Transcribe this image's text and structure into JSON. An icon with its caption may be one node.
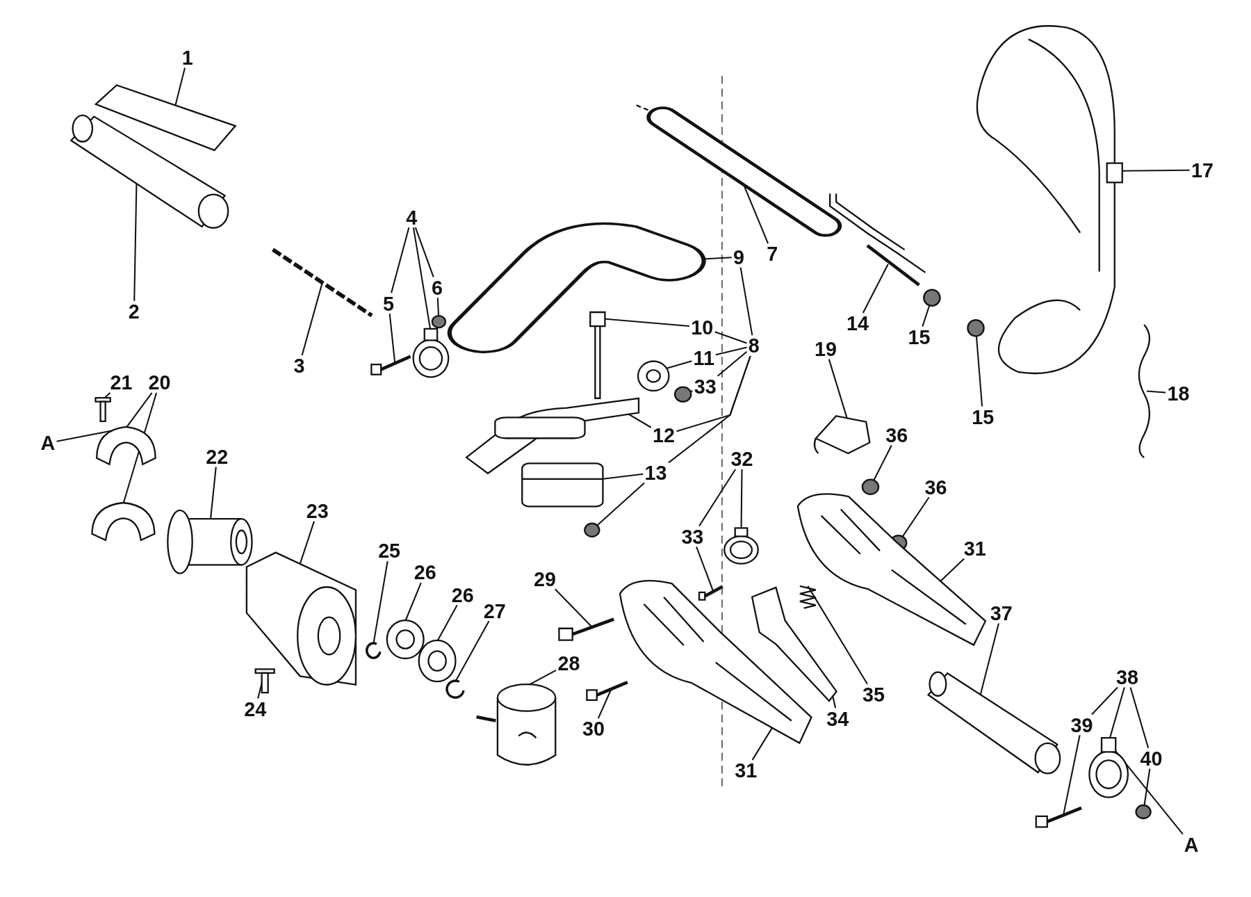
{
  "diagram": {
    "nodes": [
      {
        "text": [
          "1"
        ]
      },
      {
        "text": [],
        "shape": "picture"
      },
      {
        "text": [
          "2"
        ]
      },
      {
        "text": [],
        "shape": "picture"
      },
      {
        "text": [
          "3"
        ]
      },
      {
        "text": [],
        "shape": "picture"
      },
      {
        "text": [
          "4"
        ]
      },
      {
        "text": [],
        "shape": "picture"
      },
      {
        "text": [
          "5"
        ]
      },
      {
        "text": [],
        "shape": "picture"
      },
      {
        "text": [
          "6"
        ]
      },
      {
        "text": [],
        "shape": "circle"
      },
      {
        "text": [
          "7"
        ]
      },
      {
        "text": [],
        "shape": "picture"
      },
      {
        "text": [
          "9"
        ]
      },
      {
        "text": [],
        "shape": "picture"
      },
      {
        "text": [
          "8"
        ]
      },
      {
        "text": [
          "10"
        ]
      },
      {
        "text": [],
        "shape": "picture"
      },
      {
        "text": [
          "11"
        ]
      },
      {
        "text": [],
        "shape": "picture"
      },
      {
        "text": [
          "33"
        ]
      },
      {
        "text": [],
        "shape": "circle"
      },
      {
        "text": [
          "12"
        ]
      },
      {
        "text": [],
        "shape": "picture"
      },
      {
        "text": [
          "13"
        ]
      },
      {
        "text": [],
        "shape": "picture"
      },
      {
        "text": [],
        "shape": "circle"
      },
      {
        "text": [
          "14"
        ]
      },
      {
        "text": [],
        "shape": "picture"
      },
      {
        "text": [
          "15"
        ]
      },
      {
        "text": [],
        "shape": "circle"
      },
      {
        "text": [
          "15"
        ]
      },
      {
        "text": [],
        "shape": "circle"
      },
      {
        "text": [
          "17"
        ]
      },
      {
        "text": [],
        "shape": "picture"
      },
      {
        "text": [
          "18"
        ]
      },
      {
        "text": [],
        "shape": "picture"
      },
      {
        "text": [
          "A"
        ]
      },
      {
        "text": [
          "21"
        ]
      },
      {
        "text": [],
        "shape": "picture"
      },
      {
        "text": [
          "20"
        ]
      },
      {
        "text": [],
        "shape": "picture"
      },
      {
        "text": [],
        "shape": "picture"
      },
      {
        "text": [
          "19"
        ]
      },
      {
        "text": [],
        "shape": "picture"
      },
      {
        "text": [
          "36"
        ]
      },
      {
        "text": [],
        "shape": "circle"
      },
      {
        "text": [
          "36"
        ]
      },
      {
        "text": [],
        "shape": "circle"
      },
      {
        "text": [
          "32"
        ]
      },
      {
        "text": [],
        "shape": "picture"
      },
      {
        "text": [
          "33"
        ]
      },
      {
        "text": [],
        "shape": "picture"
      },
      {
        "text": [
          "31"
        ]
      },
      {
        "text": [],
        "shape": "picture"
      },
      {
        "text": [
          "22"
        ]
      },
      {
        "text": [],
        "shape": "cylinder"
      },
      {
        "text": [
          "23"
        ]
      },
      {
        "text": [],
        "shape": "picture"
      },
      {
        "text": [
          "25"
        ]
      },
      {
        "text": [],
        "shape": "picture"
      },
      {
        "text": [
          "26"
        ]
      },
      {
        "text": [],
        "shape": "picture"
      },
      {
        "text": [
          "26"
        ]
      },
      {
        "text": [],
        "shape": "picture"
      },
      {
        "text": [
          "27"
        ]
      },
      {
        "text": [],
        "shape": "picture"
      },
      {
        "text": [
          "29"
        ]
      },
      {
        "text": [],
        "shape": "picture"
      },
      {
        "text": [
          "35"
        ]
      },
      {
        "text": [],
        "shape": "picture"
      },
      {
        "text": [
          "37"
        ]
      },
      {
        "text": [],
        "shape": "picture"
      },
      {
        "text": [
          "24"
        ]
      },
      {
        "text": [],
        "shape": "picture"
      },
      {
        "text": [
          "28"
        ]
      },
      {
        "text": [],
        "shape": "cylinder"
      },
      {
        "text": [
          "30"
        ]
      },
      {
        "text": [],
        "shape": "picture"
      },
      {
        "text": [
          "34"
        ]
      },
      {
        "text": [],
        "shape": "picture"
      },
      {
        "text": [
          "38"
        ]
      },
      {
        "text": [],
        "shape": "picture"
      },
      {
        "text": [
          "39"
        ]
      },
      {
        "text": [],
        "shape": "picture"
      },
      {
        "text": [
          "40"
        ]
      },
      {
        "text": [],
        "shape": "circle"
      },
      {
        "text": [
          "31"
        ]
      },
      {
        "text": [],
        "shape": "picture"
      },
      {
        "text": [
          "A"
        ]
      }
    ],
    "edges": [
      {
        "from": 0,
        "to": 1,
        "arrow": "none"
      },
      {
        "from": 2,
        "to": 3,
        "arrow": "none"
      },
      {
        "from": 4,
        "to": 5,
        "arrow": "none"
      },
      {
        "from": 6,
        "to": 7,
        "arrow": "none"
      },
      {
        "from": 6,
        "to": 8,
        "arrow": "none"
      },
      {
        "from": 6,
        "to": 10,
        "arrow": "none"
      },
      {
        "from": 8,
        "to": 9,
        "arrow": "none"
      },
      {
        "from": 10,
        "to": 11,
        "arrow": "none"
      },
      {
        "from": 12,
        "to": 13,
        "arrow": "none"
      },
      {
        "from": 14,
        "to": 15,
        "arrow": "none"
      },
      {
        "from": 16,
        "to": 14,
        "arrow": "none"
      },
      {
        "from": 16,
        "to": 17,
        "arrow": "none"
      },
      {
        "from": 16,
        "to": 19,
        "arrow": "none"
      },
      {
        "from": 16,
        "to": 21,
        "arrow": "none"
      },
      {
        "from": 16,
        "to": 23,
        "arrow": "none"
      },
      {
        "from": 16,
        "to": 25,
        "arrow": "none"
      },
      {
        "from": 17,
        "to": 18,
        "arrow": "none"
      },
      {
        "from": 19,
        "to": 20,
        "arrow": "none"
      },
      {
        "from": 21,
        "to": 22,
        "arrow": "none"
      },
      {
        "from": 23,
        "to": 24,
        "arrow": "none"
      },
      {
        "from": 25,
        "to": 26,
        "arrow": "none"
      },
      {
        "from": 25,
        "to": 27,
        "arrow": "none"
      },
      {
        "from": 28,
        "to": 29,
        "arrow": "none"
      },
      {
        "from": 30,
        "to": 31,
        "arrow": "none"
      },
      {
        "from": 32,
        "to": 33,
        "arrow": "none"
      },
      {
        "from": 34,
        "to": 35,
        "arrow": "none"
      },
      {
        "from": 36,
        "to": 37,
        "arrow": "none"
      },
      {
        "from": 38,
        "to": 42,
        "arrow": "none"
      },
      {
        "from": 39,
        "to": 40,
        "arrow": "none"
      },
      {
        "from": 41,
        "to": 42,
        "arrow": "none"
      },
      {
        "from": 41,
        "to": 43,
        "arrow": "none"
      },
      {
        "from": 44,
        "to": 45,
        "arrow": "none"
      },
      {
        "from": 46,
        "to": 47,
        "arrow": "none"
      },
      {
        "from": 48,
        "to": 49,
        "arrow": "none"
      },
      {
        "from": 50,
        "to": 51,
        "arrow": "none"
      },
      {
        "from": 50,
        "to": 52,
        "arrow": "none"
      },
      {
        "from": 52,
        "to": 53,
        "arrow": "none"
      },
      {
        "from": 54,
        "to": 55,
        "arrow": "none"
      },
      {
        "from": 56,
        "to": 57,
        "arrow": "none"
      },
      {
        "from": 58,
        "to": 59,
        "arrow": "none"
      },
      {
        "from": 60,
        "to": 61,
        "arrow": "none"
      },
      {
        "from": 62,
        "to": 63,
        "arrow": "none"
      },
      {
        "from": 64,
        "to": 65,
        "arrow": "none"
      },
      {
        "from": 66,
        "to": 67,
        "arrow": "none"
      },
      {
        "from": 68,
        "to": 69,
        "arrow": "none"
      },
      {
        "from": 70,
        "to": 71,
        "arrow": "none"
      },
      {
        "from": 72,
        "to": 73,
        "arrow": "none"
      },
      {
        "from": 74,
        "to": 75,
        "arrow": "none"
      },
      {
        "from": 76,
        "to": 77,
        "arrow": "none"
      },
      {
        "from": 78,
        "to": 79,
        "arrow": "none"
      },
      {
        "from": 80,
        "to": 81,
        "arrow": "none"
      },
      {
        "from": 82,
        "to": 83,
        "arrow": "none"
      },
      {
        "from": 82,
        "to": 84,
        "arrow": "none"
      },
      {
        "from": 82,
        "to": 86,
        "arrow": "none"
      },
      {
        "from": 84,
        "to": 85,
        "arrow": "none"
      },
      {
        "from": 86,
        "to": 87,
        "arrow": "none"
      },
      {
        "from": 88,
        "to": 89,
        "arrow": "none"
      },
      {
        "from": 90,
        "to": 83,
        "arrow": "none"
      }
    ]
  }
}
